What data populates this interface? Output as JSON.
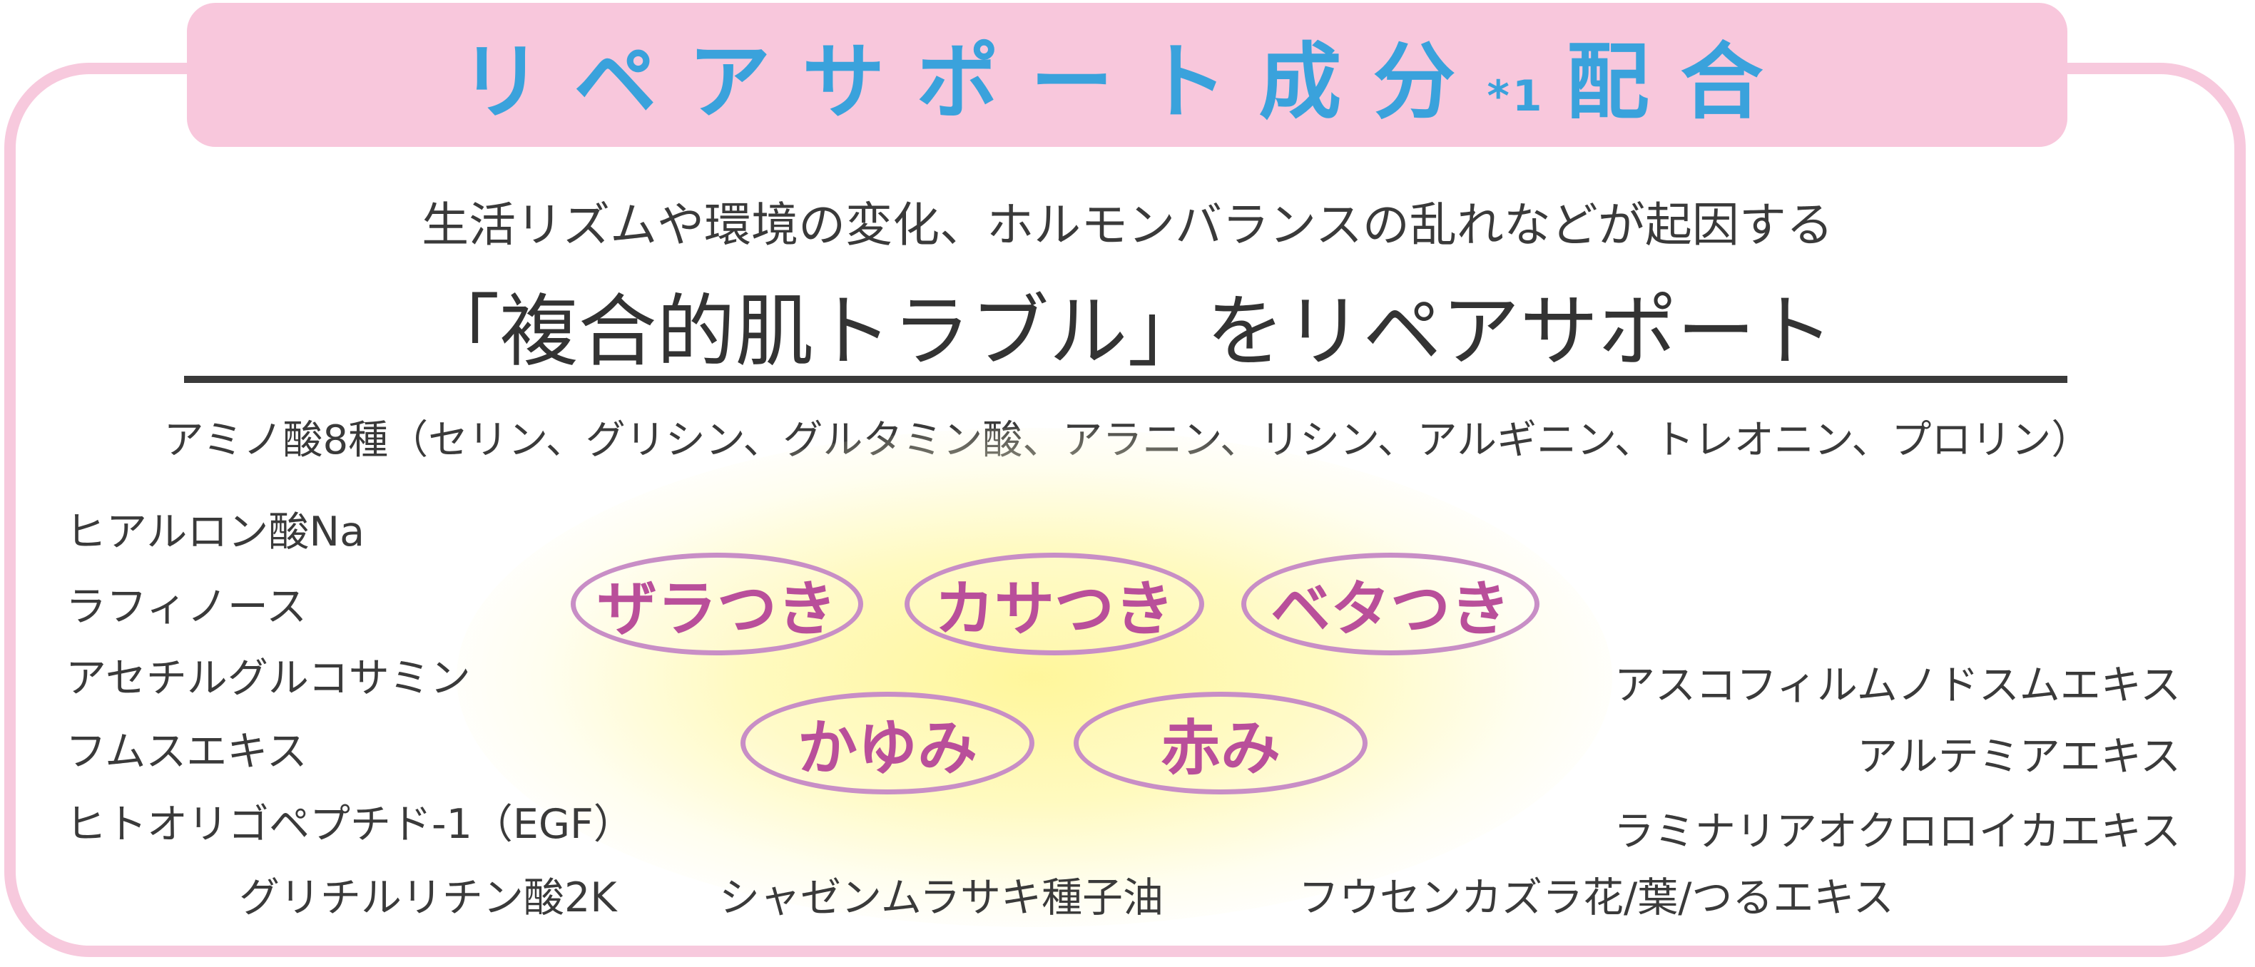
{
  "header": {
    "title_main": "リペアサポート成分",
    "title_note": "*1",
    "title_tail": "配合"
  },
  "subtitle": "生活リズムや環境の変化、ホルモンバランスの乱れなどが起因する",
  "headline": "「複合的肌トラブル」をリペアサポート",
  "amino": "アミノ酸8種（セリン、グリシン、グルタミン酸、アラニン、リシン、アルギニン、トレオニン、プロリン）",
  "ingredients_left": [
    "ヒアルロン酸Na",
    "ラフィノース",
    "アセチルグルコサミン",
    "フムスエキス",
    "ヒトオリゴペプチド-1（EGF）"
  ],
  "ingredients_right": [
    "アスコフィルムノドスムエキス",
    "アルテミアエキス",
    "ラミナリアオクロロイカエキス"
  ],
  "ingredients_bottom": [
    "グリチルリチン酸2K",
    "シャゼンムラサキ種子油",
    "フウセンカズラ花/葉/つるエキス"
  ],
  "troubles": [
    "ザラつき",
    "カサつき",
    "ベタつき",
    "かゆみ",
    "赤み"
  ],
  "colors": {
    "frame": "#f7c9dd",
    "title": "#3aa2dc",
    "trouble_text": "#b94f9a",
    "trouble_border": "#c88ec6",
    "glow": "#fff696"
  }
}
